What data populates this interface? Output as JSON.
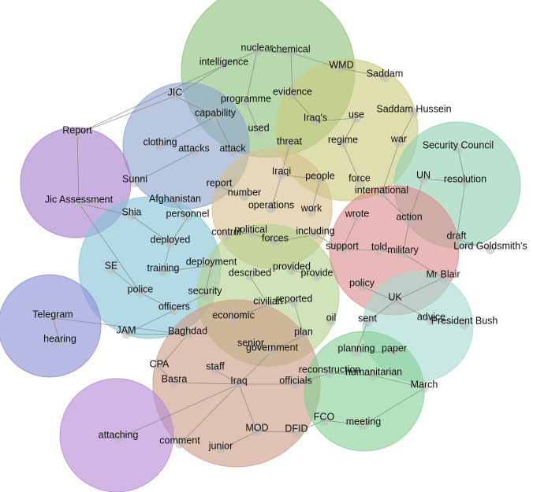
{
  "colors": {
    "green": "#8cc27a",
    "blue": "#8ea4cf",
    "purple": "#a77fcd",
    "olive": "#cbca7c",
    "teal": "#8fd1b2",
    "tan": "#d6c08e",
    "cyan": "#86c4d6",
    "lime": "#b4d28c",
    "pink": "#dc8c8c",
    "paleteal": "#a6dcd2",
    "indigo": "#8a8fd4",
    "brown": "#cc9d86",
    "green2": "#86ce96",
    "violet": "#b78ad6"
  },
  "clusters": [
    {
      "id": "chemical",
      "color": "green"
    },
    {
      "id": "capability",
      "color": "blue"
    },
    {
      "id": "report",
      "color": "purple"
    },
    {
      "id": "saddam",
      "color": "olive"
    },
    {
      "id": "security-council",
      "color": "teal"
    },
    {
      "id": "operations",
      "color": "tan"
    },
    {
      "id": "deployed",
      "color": "cyan"
    },
    {
      "id": "civilian",
      "color": "lime"
    },
    {
      "id": "military",
      "color": "pink"
    },
    {
      "id": "president-bush",
      "color": "paleteal"
    },
    {
      "id": "telegram",
      "color": "indigo"
    },
    {
      "id": "iraq",
      "color": "brown"
    },
    {
      "id": "meeting",
      "color": "green2"
    },
    {
      "id": "attaching",
      "color": "violet"
    }
  ],
  "words": [
    "nuclear",
    "chemical",
    "intelligence",
    "WMD",
    "Saddam",
    "programme",
    "evidence",
    "JIC",
    "capability",
    "Saddam Hussein",
    "Iraq's",
    "use",
    "Report",
    "used",
    "clothing",
    "attacks",
    "attack",
    "threat",
    "regime",
    "war",
    "Security Council",
    "Sunni",
    "Iraqi",
    "people",
    "force",
    "UN",
    "resolution",
    "report",
    "number",
    "international",
    "Jic Assessment",
    "Afghanistan",
    "operations",
    "work",
    "Shia",
    "personnel",
    "wrote",
    "action",
    "control",
    "political",
    "including",
    "forces",
    "draft",
    "deployed",
    "support",
    "told",
    "Lord Goldsmith's",
    "military",
    "SE",
    "training",
    "deployment",
    "described",
    "provided",
    "provide",
    "Mr Blair",
    "policy",
    "police",
    "security",
    "civilian",
    "reported",
    "UK",
    "officers",
    "Telegram",
    "economic",
    "oil",
    "sent",
    "advice",
    "President Bush",
    "JAM",
    "Baghdad",
    "plan",
    "hearing",
    "senior",
    "government",
    "planning",
    "paper",
    "CPA",
    "staff",
    "reconstruction",
    "humanitarian",
    "Basra",
    "Iraq",
    "officials",
    "March",
    "FCO",
    "meeting",
    "MOD",
    "DFID",
    "attaching",
    "comment",
    "junior"
  ]
}
